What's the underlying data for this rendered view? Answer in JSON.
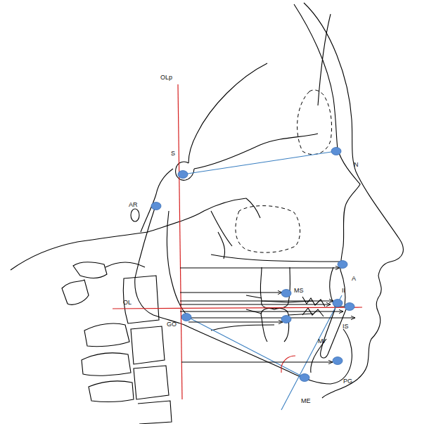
{
  "diagram": {
    "labels": [
      "OLp",
      "S",
      "N",
      "AR",
      "A",
      "MS",
      "II",
      "OL",
      "GO",
      "IS",
      "MI",
      "PG",
      "ME"
    ]
  }
}
